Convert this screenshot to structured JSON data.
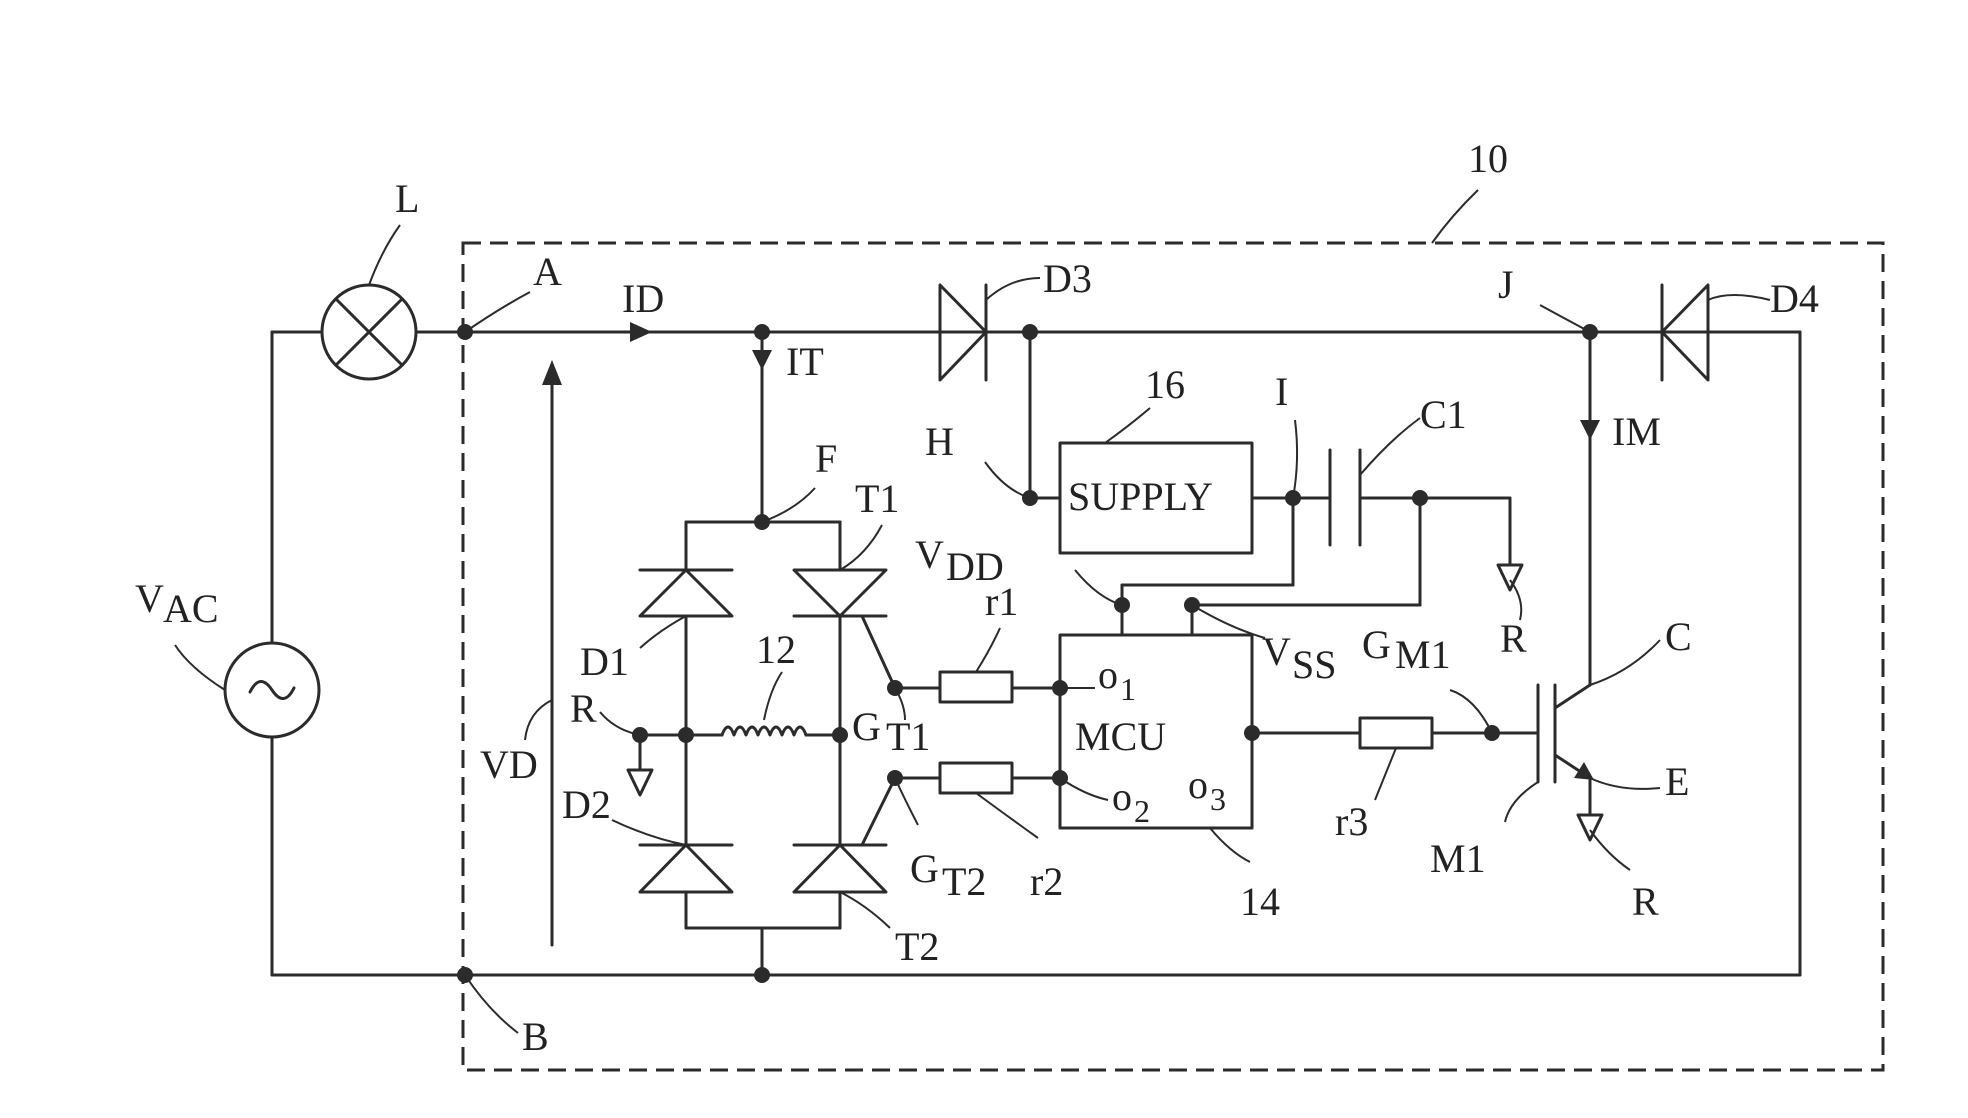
{
  "labels": {
    "l": "L",
    "ref_10": "10",
    "a": "A",
    "b": "B",
    "id": "ID",
    "it": "IT",
    "d3": "D3",
    "d4": "D4",
    "j": "J",
    "im": "IM",
    "ref_16": "16",
    "i": "I",
    "c1": "C1",
    "h": "H",
    "supply": "SUPPLY",
    "f": "F",
    "t1": "T1",
    "vdd_main": "V",
    "vdd_sub": "DD",
    "vss_main": "V",
    "vss_sub": "SS",
    "vac_main": "V",
    "vac_sub": "AC",
    "d1": "D1",
    "ref_12": "12",
    "r1": "r1",
    "o1_main": "o",
    "o1_sub": "1",
    "gm1_main": "G",
    "gm1_sub": "M1",
    "r_node_left": "R",
    "r_node_cap": "R",
    "r_node_emitter": "R",
    "c_collector": "C",
    "gt1_main": "G",
    "gt1_sub": "T1",
    "mcu": "MCU",
    "vd": "VD",
    "d2": "D2",
    "r2": "r2",
    "o2_main": "o",
    "o2_sub": "2",
    "o3_main": "o",
    "o3_sub": "3",
    "r3": "r3",
    "e_emitter": "E",
    "m1": "M1",
    "gt2_main": "G",
    "gt2_sub": "T2",
    "ref_14": "14",
    "t2": "T2"
  }
}
